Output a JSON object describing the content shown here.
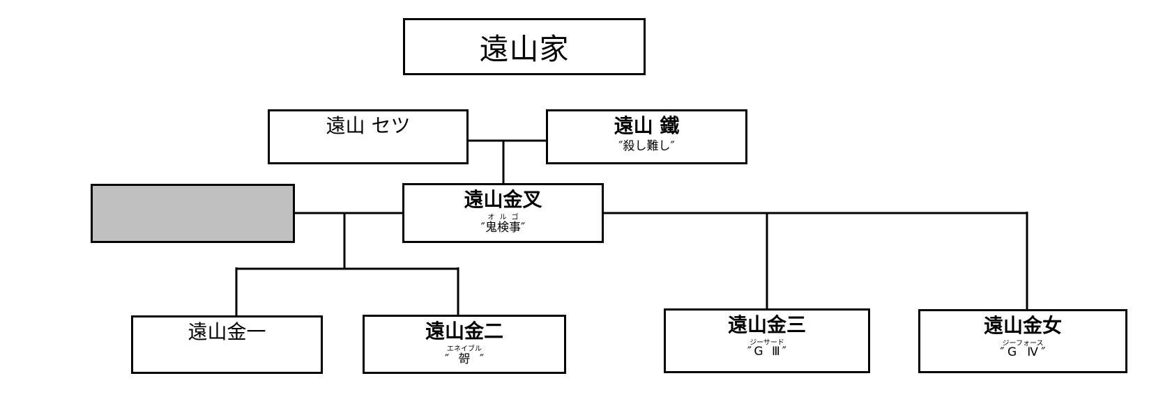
{
  "diagram": {
    "kind": "family-tree",
    "colors": {
      "background": "#ffffff",
      "box_border": "#000000",
      "line": "#000000",
      "unknown_box_fill": "#c0c0c0"
    },
    "title_box": {
      "label": "遠山家"
    },
    "nodes": {
      "setsu": {
        "name": "遠山 セツ"
      },
      "tetsu": {
        "name": "遠山 鐵",
        "alias_open": "″",
        "alias": "殺し難し",
        "alias_ruby": "",
        "alias_close": "″"
      },
      "unknown_spouse": {
        "name": ""
      },
      "kinsa": {
        "name": "遠山金叉",
        "alias_open": "″",
        "alias": "鬼検事",
        "alias_ruby": "オルゴ",
        "alias_close": "″"
      },
      "kinichi": {
        "name": "遠山金一"
      },
      "kinji": {
        "name": "遠山金二",
        "alias_open": "″",
        "alias": "哿",
        "alias_ruby": "エネイブル",
        "alias_close": "″"
      },
      "kinzo": {
        "name": "遠山金三",
        "alias_open": "″",
        "alias": "GⅢ",
        "alias_ruby": "ジーサード",
        "alias_close": "″"
      },
      "kinjo": {
        "name": "遠山金女",
        "alias_open": "″",
        "alias": "GⅣ",
        "alias_ruby": "ジーフォース",
        "alias_close": "″"
      }
    }
  }
}
